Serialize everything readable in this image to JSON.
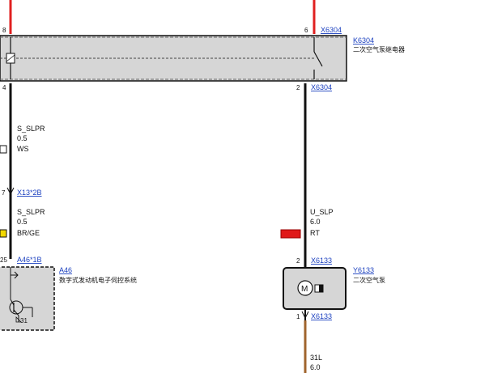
{
  "relay": {
    "id": "K6304",
    "name": "二次空气泵继电器",
    "connector": "X6304",
    "pins": {
      "top_left": "8",
      "top_right": "6",
      "bottom_left": "4",
      "bottom_right": "2"
    }
  },
  "wire_left_upper": {
    "signal": "S_SLPR",
    "gauge": "0.5",
    "color_code": "WS"
  },
  "connector_mid": {
    "pin": "7",
    "id": "X13*2B"
  },
  "wire_left_lower": {
    "signal": "S_SLPR",
    "gauge": "0.5",
    "color_code": "BR/GE"
  },
  "ecu": {
    "pin": "25",
    "connector": "A46*1B",
    "id": "A46",
    "name": "数字式发动机电子伺控系统",
    "ground_pin": "31"
  },
  "wire_right": {
    "signal": "U_SLP",
    "gauge": "6.0",
    "color_code": "RT"
  },
  "pump": {
    "id": "Y6133",
    "name": "二次空气泵",
    "connector": "X6133",
    "pin_top": "2",
    "pin_bottom": "1"
  },
  "wire_ground": {
    "signal": "31L",
    "gauge": "6.0"
  },
  "colors": {
    "red_wire": "#e02020",
    "black_wire": "#111111",
    "brown_wire": "#a0642d",
    "component_fill": "#d6d6d6",
    "link_blue": "#1a3fbf",
    "swatch_white": "#ffffff",
    "swatch_yellow": "#f2d800",
    "swatch_red": "#e01818"
  }
}
